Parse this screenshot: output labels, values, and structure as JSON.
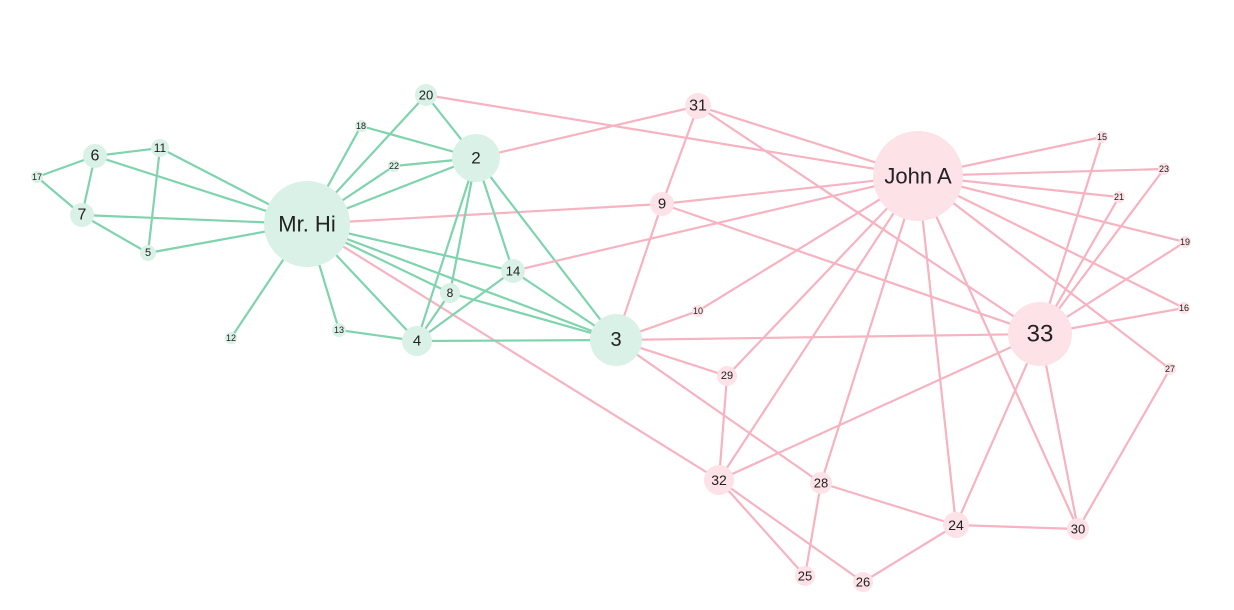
{
  "colors": {
    "group_a_node": "#d9f1e6",
    "group_a_edge": "#7fd4ae",
    "group_b_node": "#fde2e7",
    "group_b_edge": "#f6b3c1"
  },
  "nodes": [
    {
      "id": "mrhi",
      "label": "Mr. Hi",
      "group": "a"
    },
    {
      "id": "johna",
      "label": "John A",
      "group": "b"
    },
    {
      "id": "n2",
      "label": "2",
      "group": "a"
    },
    {
      "id": "n3",
      "label": "3",
      "group": "a"
    },
    {
      "id": "n4",
      "label": "4",
      "group": "a"
    },
    {
      "id": "n5",
      "label": "5",
      "group": "a"
    },
    {
      "id": "n6",
      "label": "6",
      "group": "a"
    },
    {
      "id": "n7",
      "label": "7",
      "group": "a"
    },
    {
      "id": "n8",
      "label": "8",
      "group": "a"
    },
    {
      "id": "n9",
      "label": "9",
      "group": "b"
    },
    {
      "id": "n10",
      "label": "10",
      "group": "b"
    },
    {
      "id": "n11",
      "label": "11",
      "group": "a"
    },
    {
      "id": "n12",
      "label": "12",
      "group": "a"
    },
    {
      "id": "n13",
      "label": "13",
      "group": "a"
    },
    {
      "id": "n14",
      "label": "14",
      "group": "a"
    },
    {
      "id": "n15",
      "label": "15",
      "group": "b"
    },
    {
      "id": "n16",
      "label": "16",
      "group": "b"
    },
    {
      "id": "n17",
      "label": "17",
      "group": "a"
    },
    {
      "id": "n18",
      "label": "18",
      "group": "a"
    },
    {
      "id": "n19",
      "label": "19",
      "group": "b"
    },
    {
      "id": "n20",
      "label": "20",
      "group": "a"
    },
    {
      "id": "n21",
      "label": "21",
      "group": "b"
    },
    {
      "id": "n22",
      "label": "22",
      "group": "a"
    },
    {
      "id": "n23",
      "label": "23",
      "group": "b"
    },
    {
      "id": "n24",
      "label": "24",
      "group": "b"
    },
    {
      "id": "n25",
      "label": "25",
      "group": "b"
    },
    {
      "id": "n26",
      "label": "26",
      "group": "b"
    },
    {
      "id": "n27",
      "label": "27",
      "group": "b"
    },
    {
      "id": "n28",
      "label": "28",
      "group": "b"
    },
    {
      "id": "n29",
      "label": "29",
      "group": "b"
    },
    {
      "id": "n30",
      "label": "30",
      "group": "b"
    },
    {
      "id": "n31",
      "label": "31",
      "group": "b"
    },
    {
      "id": "n32",
      "label": "32",
      "group": "b"
    },
    {
      "id": "n33",
      "label": "33",
      "group": "b"
    }
  ],
  "edges": [
    [
      "mrhi",
      "n2"
    ],
    [
      "mrhi",
      "n3"
    ],
    [
      "mrhi",
      "n4"
    ],
    [
      "mrhi",
      "n5"
    ],
    [
      "mrhi",
      "n6"
    ],
    [
      "mrhi",
      "n7"
    ],
    [
      "mrhi",
      "n8"
    ],
    [
      "mrhi",
      "n9"
    ],
    [
      "mrhi",
      "n11"
    ],
    [
      "mrhi",
      "n12"
    ],
    [
      "mrhi",
      "n13"
    ],
    [
      "mrhi",
      "n14"
    ],
    [
      "mrhi",
      "n18"
    ],
    [
      "mrhi",
      "n20"
    ],
    [
      "mrhi",
      "n22"
    ],
    [
      "mrhi",
      "n32"
    ],
    [
      "n2",
      "n3"
    ],
    [
      "n2",
      "n4"
    ],
    [
      "n2",
      "n8"
    ],
    [
      "n2",
      "n14"
    ],
    [
      "n2",
      "n18"
    ],
    [
      "n2",
      "n20"
    ],
    [
      "n2",
      "n22"
    ],
    [
      "n2",
      "n31"
    ],
    [
      "n3",
      "n4"
    ],
    [
      "n3",
      "n8"
    ],
    [
      "n3",
      "n9"
    ],
    [
      "n3",
      "n10"
    ],
    [
      "n3",
      "n14"
    ],
    [
      "n3",
      "n28"
    ],
    [
      "n3",
      "n29"
    ],
    [
      "n3",
      "n33"
    ],
    [
      "n4",
      "n8"
    ],
    [
      "n4",
      "n13"
    ],
    [
      "n4",
      "n14"
    ],
    [
      "n5",
      "n7"
    ],
    [
      "n5",
      "n11"
    ],
    [
      "n6",
      "n7"
    ],
    [
      "n6",
      "n11"
    ],
    [
      "n6",
      "n17"
    ],
    [
      "n7",
      "n17"
    ],
    [
      "n9",
      "n31"
    ],
    [
      "n9",
      "n33"
    ],
    [
      "n9",
      "johna"
    ],
    [
      "n10",
      "johna"
    ],
    [
      "n14",
      "johna"
    ],
    [
      "n15",
      "n33"
    ],
    [
      "n15",
      "johna"
    ],
    [
      "n16",
      "n33"
    ],
    [
      "n16",
      "johna"
    ],
    [
      "n19",
      "n33"
    ],
    [
      "n19",
      "johna"
    ],
    [
      "n20",
      "johna"
    ],
    [
      "n21",
      "n33"
    ],
    [
      "n21",
      "johna"
    ],
    [
      "n23",
      "n33"
    ],
    [
      "n23",
      "johna"
    ],
    [
      "n24",
      "n26"
    ],
    [
      "n24",
      "n30"
    ],
    [
      "n24",
      "n33"
    ],
    [
      "n24",
      "johna"
    ],
    [
      "n25",
      "n28"
    ],
    [
      "n25",
      "n32"
    ],
    [
      "n26",
      "n32"
    ],
    [
      "n27",
      "n30"
    ],
    [
      "n27",
      "johna"
    ],
    [
      "n28",
      "johna"
    ],
    [
      "n28",
      "n24"
    ],
    [
      "n29",
      "n32"
    ],
    [
      "n29",
      "johna"
    ],
    [
      "n30",
      "n33"
    ],
    [
      "n30",
      "johna"
    ],
    [
      "n31",
      "n33"
    ],
    [
      "n31",
      "johna"
    ],
    [
      "n32",
      "n33"
    ],
    [
      "n32",
      "johna"
    ]
  ]
}
